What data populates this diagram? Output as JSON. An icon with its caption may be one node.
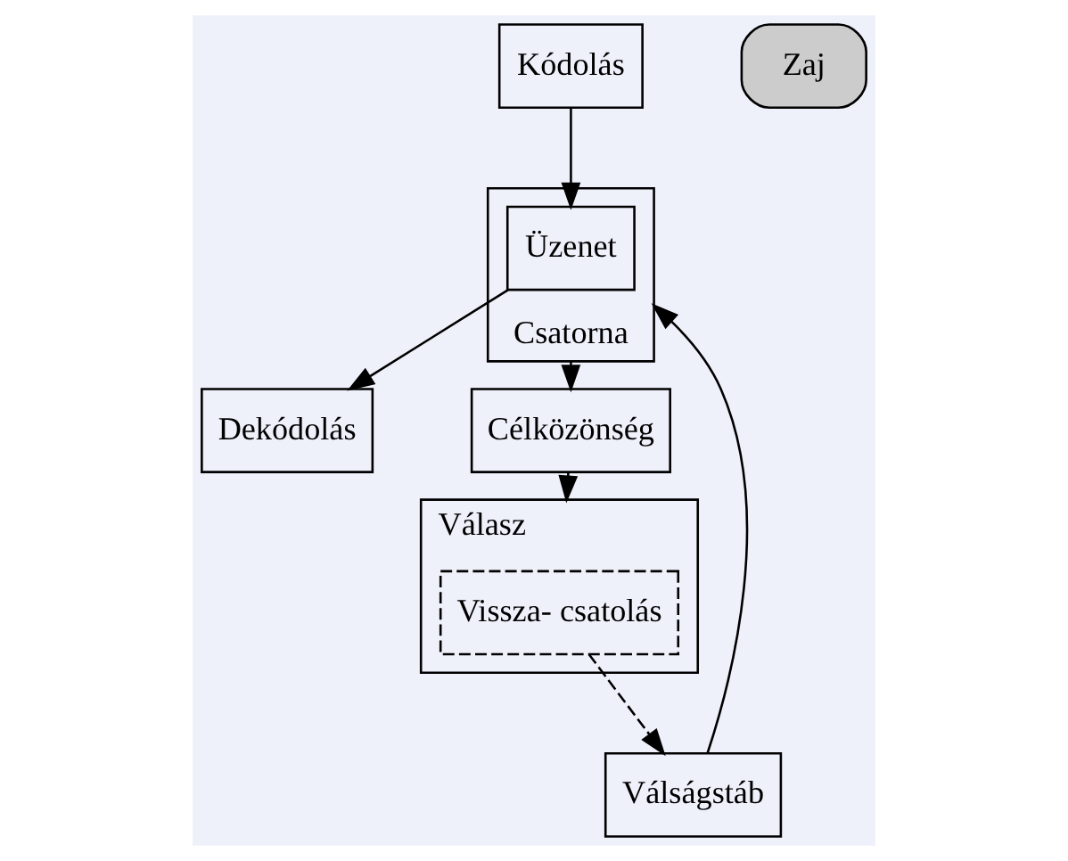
{
  "diagram": {
    "nodes": [
      {
        "text": [
          "Csatorna"
        ]
      },
      {
        "text": [
          "Kódolás"
        ]
      },
      {
        "text": [
          "Üzenet"
        ],
        "in": 0
      },
      {
        "text": [
          "Dekódolás"
        ]
      },
      {
        "text": [
          "Válságstáb"
        ]
      },
      {
        "text": [
          "Zaj"
        ]
      },
      {
        "text": [
          "Célközönség"
        ]
      },
      {
        "text": [
          "Válasz"
        ]
      },
      {
        "text": [
          "Vissza- csatolás"
        ],
        "in": 7
      }
    ],
    "edges": [
      {
        "from": 1,
        "to": 2,
        "arrow": "to"
      },
      {
        "from": 2,
        "to": 3,
        "arrow": "to"
      },
      {
        "from": 0,
        "to": 6,
        "arrow": "to"
      },
      {
        "from": 6,
        "to": 7,
        "arrow": "to"
      },
      {
        "from": 8,
        "to": 4,
        "arrow": "to",
        "style": "dashed"
      },
      {
        "from": 4,
        "to": 0,
        "arrow": "to"
      }
    ]
  }
}
